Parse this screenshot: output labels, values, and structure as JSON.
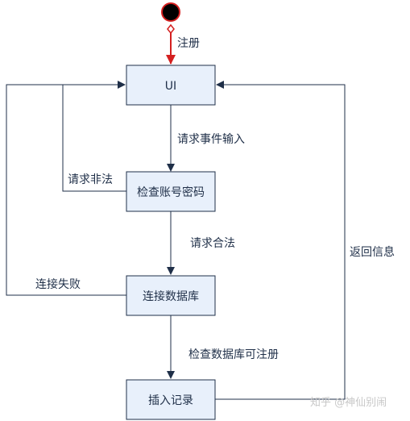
{
  "nodes": {
    "ui": "UI",
    "check": "检查账号密码",
    "connect": "连接数据库",
    "insert": "插入记录"
  },
  "edges": {
    "register": "注册",
    "request_input": "请求事件输入",
    "request_invalid": "请求非法",
    "request_valid": "请求合法",
    "connect_fail": "连接失败",
    "check_registerable": "检查数据库可注册",
    "return_info": "返回信息"
  },
  "watermark": "知乎 @神仙别闹",
  "colors": {
    "box_fill": "#e8f0fb",
    "box_stroke": "#1f2f48",
    "line": "#1f2f48",
    "start_arrow": "#d42020",
    "start_node": "#000000"
  }
}
